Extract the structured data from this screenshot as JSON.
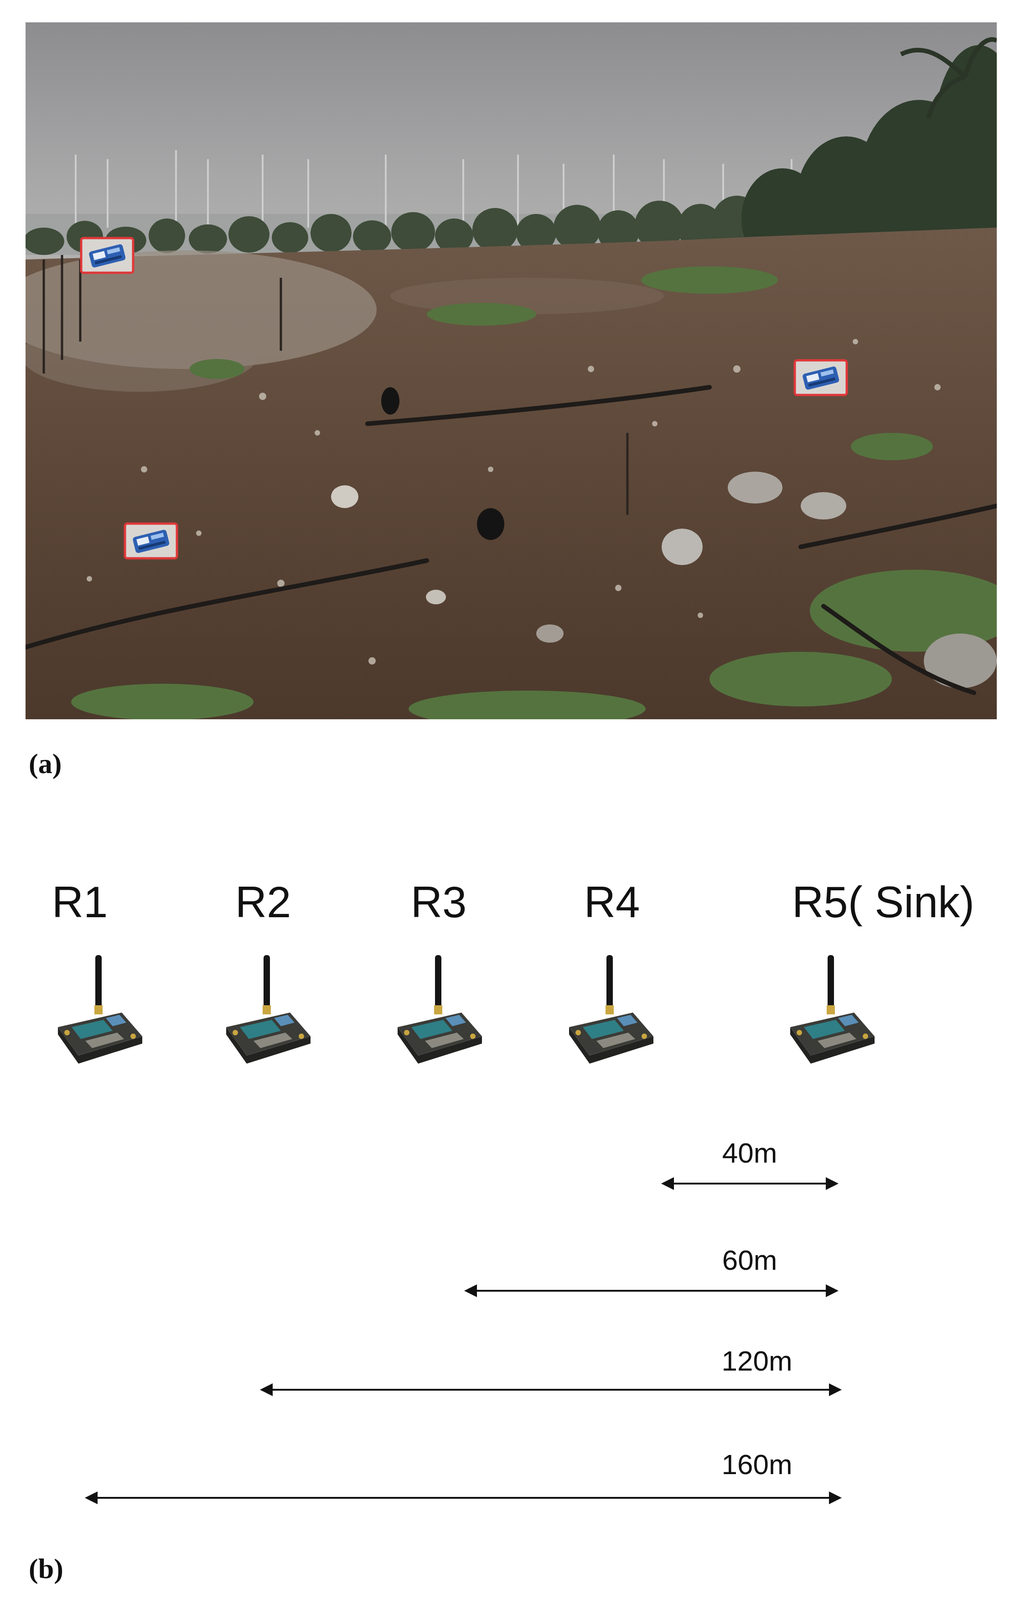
{
  "diagram": {
    "nodes": [
      {
        "text": [
          "R1"
        ]
      },
      {
        "text": [
          "R2"
        ]
      },
      {
        "text": [
          "R3"
        ]
      },
      {
        "text": [
          "R4"
        ]
      },
      {
        "text": [
          "R5( Sink)"
        ]
      }
    ],
    "labels": [
      "(a)",
      "40m",
      "60m",
      "120m",
      "160m",
      "(b)"
    ]
  }
}
